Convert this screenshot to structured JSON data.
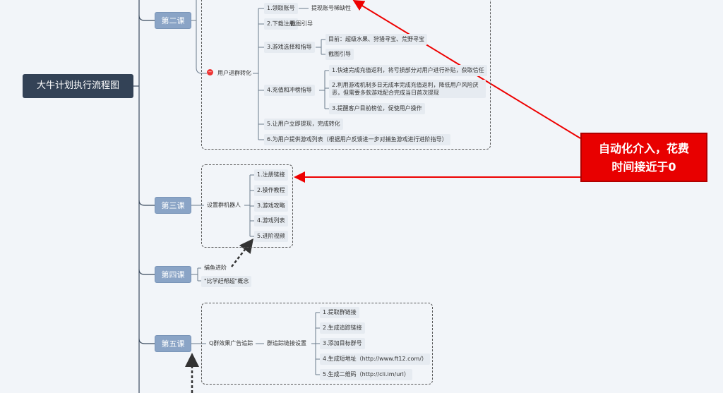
{
  "root": "大牛计划执行流程图",
  "lessons": [
    "第二课",
    "第三课",
    "第四课",
    "第五课"
  ],
  "lesson2": {
    "branch": "用户进群转化",
    "items": [
      "1.领取账号",
      "2.下载注册",
      "3.游戏选择和指导",
      "4.充值和冲榜指导",
      "5.让用户立即提现，完成转化",
      "6.为用户提供游戏列表（根据用户反馈进一步对捕鱼游戏进行进阶指导）"
    ],
    "item1_note": "提现账号稀缺性",
    "item2_note": "截图引导",
    "item3_subs": [
      "目前：超级水果、狩猎寻宝、荒野寻宝",
      "截图引导"
    ],
    "item4_subs": [
      "1.快速完成充值返利，将亏损部分对用户进行补贴，获取信任",
      "2.利用游戏机制多日无成本完成充值返利，降低用户风险厌恶，但需要多款游戏配合完成当日首次提现",
      "3.提醒客户目前榜位，促使用户操作"
    ]
  },
  "lesson3": {
    "branch": "设置群机器人",
    "items": [
      "1.注册链接",
      "2.操作教程",
      "3.游戏攻略",
      "4.游戏列表",
      "5.进阶视频"
    ]
  },
  "lesson4": {
    "items": [
      "捕鱼进阶",
      "\"比学赶帮超\"概念"
    ]
  },
  "lesson5": {
    "branch": "Q群效果广告追踪",
    "sub_branch": "群追踪链接设置",
    "items": [
      "1.提取群链接",
      "2.生成追踪链接",
      "3.添加目标群号",
      "4.生成短地址（http://www.ft12.com/）",
      "5.生成二维码（http://cli.im/url）"
    ]
  },
  "callout": {
    "line1": "自动化介入，花费",
    "line2": "时间接近于0"
  },
  "colors": {
    "root": "#334256",
    "lesson": "#8aa4c6",
    "callout": "#e80000",
    "node_bg": "#e6ebf1"
  }
}
